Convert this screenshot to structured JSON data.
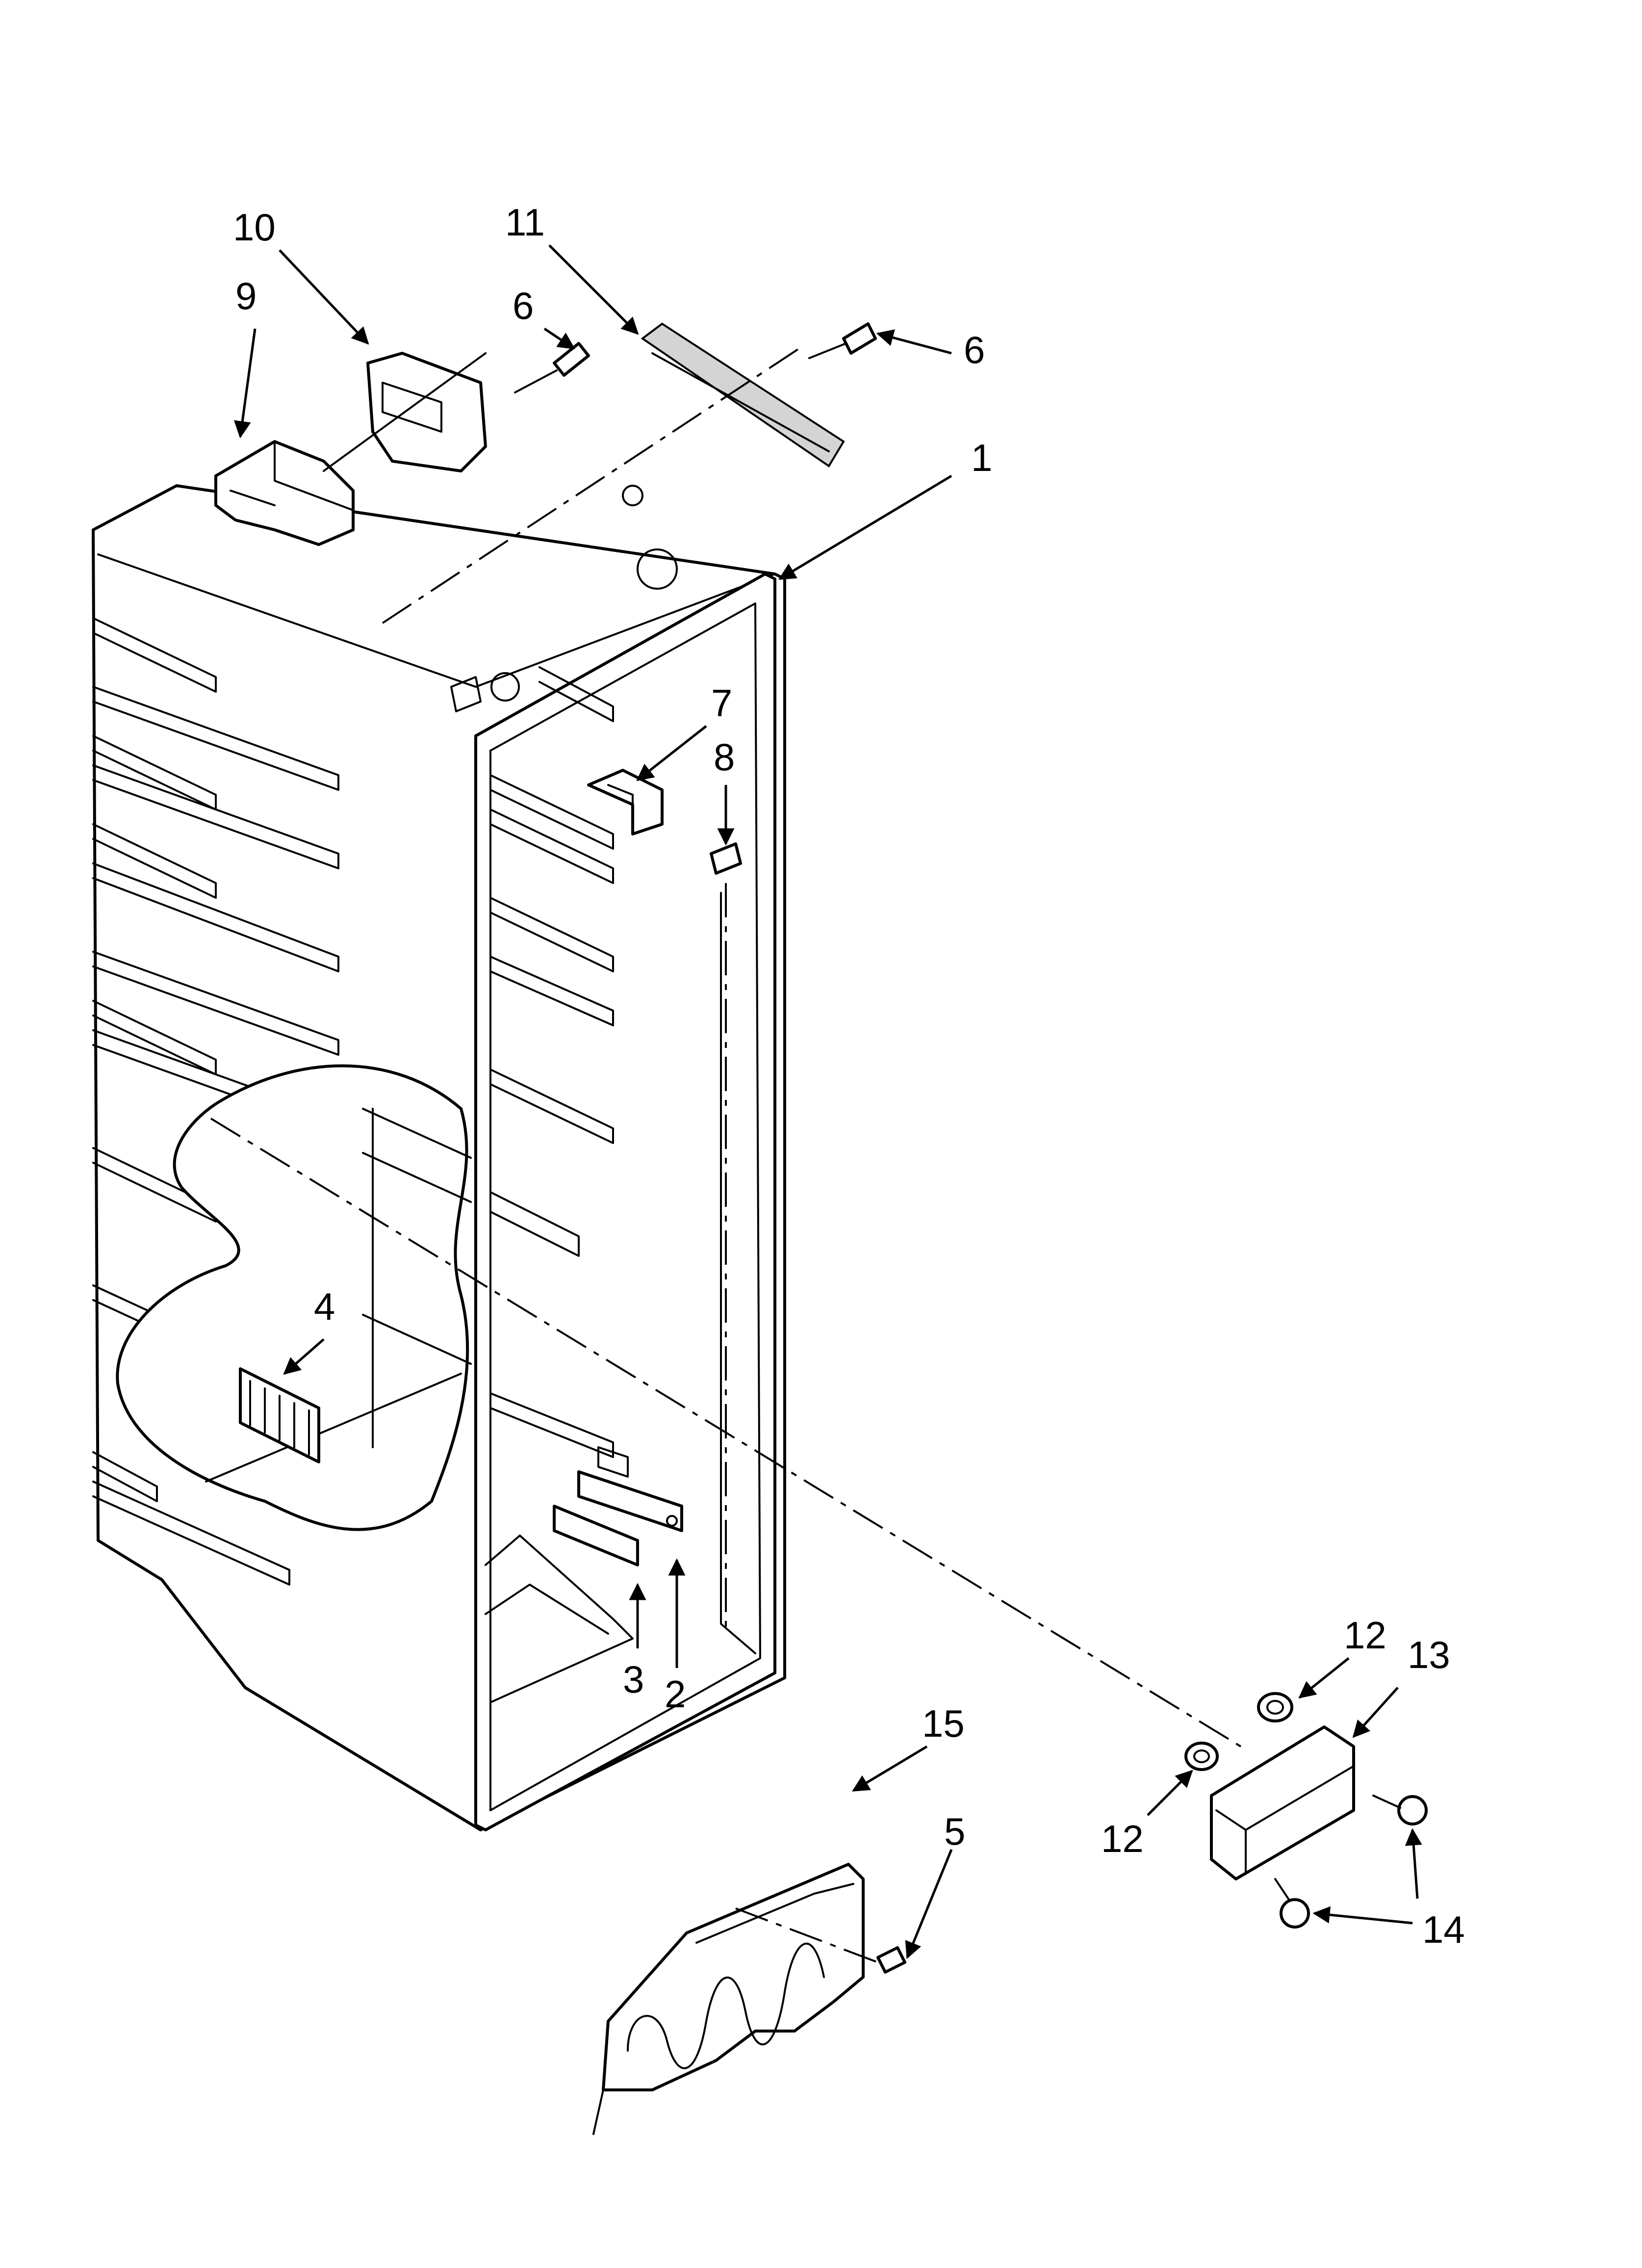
{
  "callouts": {
    "c1": "1",
    "c2": "2",
    "c3": "3",
    "c4": "4",
    "c5": "5",
    "c6a": "6",
    "c6b": "6",
    "c7": "7",
    "c8": "8",
    "c9": "9",
    "c10": "10",
    "c11": "11",
    "c12a": "12",
    "c12b": "12",
    "c13": "13",
    "c14": "14",
    "c15": "15"
  }
}
